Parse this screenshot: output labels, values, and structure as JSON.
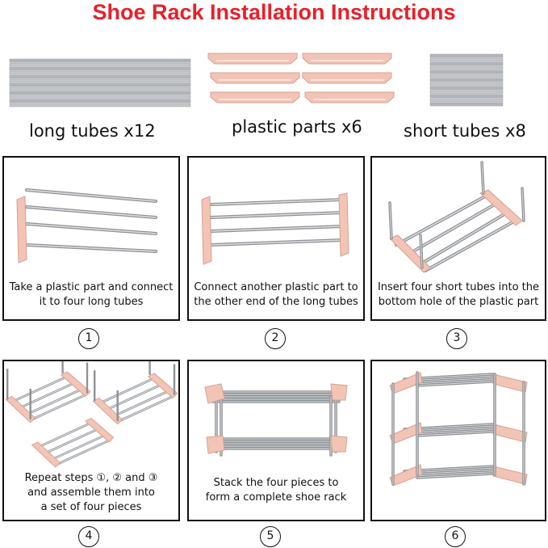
{
  "title": "Shoe Rack Installation Instructions",
  "colors": {
    "title": "#e8202a",
    "tube": "#a9acb0",
    "tube_light": "#dcdee0",
    "plastic": "#f2c4b6",
    "plastic_edge": "#d9a091"
  },
  "parts": [
    {
      "label": "long tubes x12",
      "icon": "long-tubes"
    },
    {
      "label": "plastic parts x6",
      "icon": "plastic-parts"
    },
    {
      "label": "short tubes x8",
      "icon": "short-tubes"
    }
  ],
  "steps": [
    {
      "number": "1",
      "lines": [
        "Take a plastic part and connect",
        "it to four long tubes"
      ]
    },
    {
      "number": "2",
      "lines": [
        "Connect another plastic part to",
        "the other end of the long tubes"
      ]
    },
    {
      "number": "3",
      "lines": [
        "Insert four short tubes into the",
        "bottom hole of the plastic part"
      ]
    },
    {
      "number": "4",
      "lines": [
        "Repeat steps ①, ② and ③",
        "and assemble them into",
        "a set of four pieces"
      ]
    },
    {
      "number": "5",
      "lines": [
        "Stack the four pieces to",
        "form a complete shoe rack"
      ]
    },
    {
      "number": "6",
      "lines": []
    }
  ]
}
